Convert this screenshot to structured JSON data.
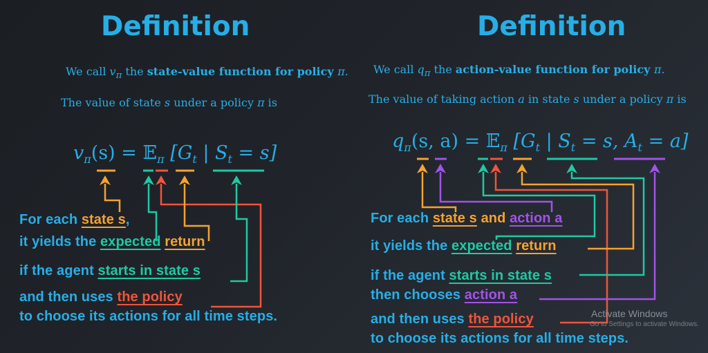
{
  "colors": {
    "text": "#27aee6",
    "orange": "#f5a32e",
    "teal": "#1fc9a4",
    "red": "#f0553a",
    "purple": "#a352ea"
  },
  "left": {
    "title": "Definition",
    "intro": {
      "pre": "We call ",
      "sym": "v",
      "sub": "π",
      "mid": " the ",
      "bold": "state-value function for policy ",
      "pi": "π",
      "end": "."
    },
    "value_line": {
      "pre": "The value of state ",
      "s": "s",
      "mid": " under a policy ",
      "pi": "π",
      "end": " is"
    },
    "equation": {
      "f": "v",
      "f_sub": "π",
      "args": "(s)",
      "eq": " = ",
      "E": "𝔼",
      "E_sub": "π",
      "open": " [G",
      "G_sub": "t",
      "bar": " | S",
      "S_sub": "t",
      "tail": " = s]"
    },
    "lines": [
      [
        {
          "text": "For each "
        },
        {
          "text": "state s",
          "color": "orange"
        },
        {
          "text": ","
        }
      ],
      [
        {
          "text": "it yields the "
        },
        {
          "text": "expected",
          "color": "teal"
        },
        {
          "text": " "
        },
        {
          "text": "return",
          "color": "orange"
        }
      ],
      [
        {
          "text": "if the agent "
        },
        {
          "text": "starts in state s",
          "color": "teal"
        }
      ],
      [
        {
          "text": "and then uses "
        },
        {
          "text": "the policy",
          "color": "red"
        }
      ],
      [
        {
          "text": "to choose its actions for all time steps."
        }
      ]
    ]
  },
  "right": {
    "title": "Definition",
    "intro": {
      "pre": "We call ",
      "sym": "q",
      "sub": "π",
      "mid": " the ",
      "bold": "action-value function for policy ",
      "pi": "π",
      "end": "."
    },
    "value_line": {
      "pre": "The value of taking action ",
      "a": "a",
      "mid1": " in state ",
      "s": "s",
      "mid": " under a policy ",
      "pi": "π",
      "end": " is"
    },
    "equation": {
      "f": "q",
      "f_sub": "π",
      "args": "(s, a)",
      "eq": " = ",
      "E": "𝔼",
      "E_sub": "π",
      "open": " [G",
      "G_sub": "t",
      "bar": " | S",
      "S_sub": "t",
      "mid": " = s, A",
      "A_sub": "t",
      "tail": " = a]"
    },
    "lines": [
      [
        {
          "text": "For each "
        },
        {
          "text": "state s",
          "color": "orange"
        },
        {
          "text": " and ",
          "color": "orange",
          "plain": true
        },
        {
          "text": "action a",
          "color": "purple"
        }
      ],
      [
        {
          "text": "it yields the "
        },
        {
          "text": "expected",
          "color": "teal"
        },
        {
          "text": " "
        },
        {
          "text": "return",
          "color": "orange"
        }
      ],
      [
        {
          "text": "if the agent "
        },
        {
          "text": "starts in state s",
          "color": "teal"
        }
      ],
      [
        {
          "text": "then chooses "
        },
        {
          "text": "action a",
          "color": "purple"
        }
      ],
      [
        {
          "text": "and then uses "
        },
        {
          "text": "the policy",
          "color": "red"
        }
      ],
      [
        {
          "text": "to choose its actions for all time steps."
        }
      ]
    ]
  },
  "watermark": {
    "title": "Activate Windows",
    "subtitle": "Go to Settings to activate Windows."
  }
}
